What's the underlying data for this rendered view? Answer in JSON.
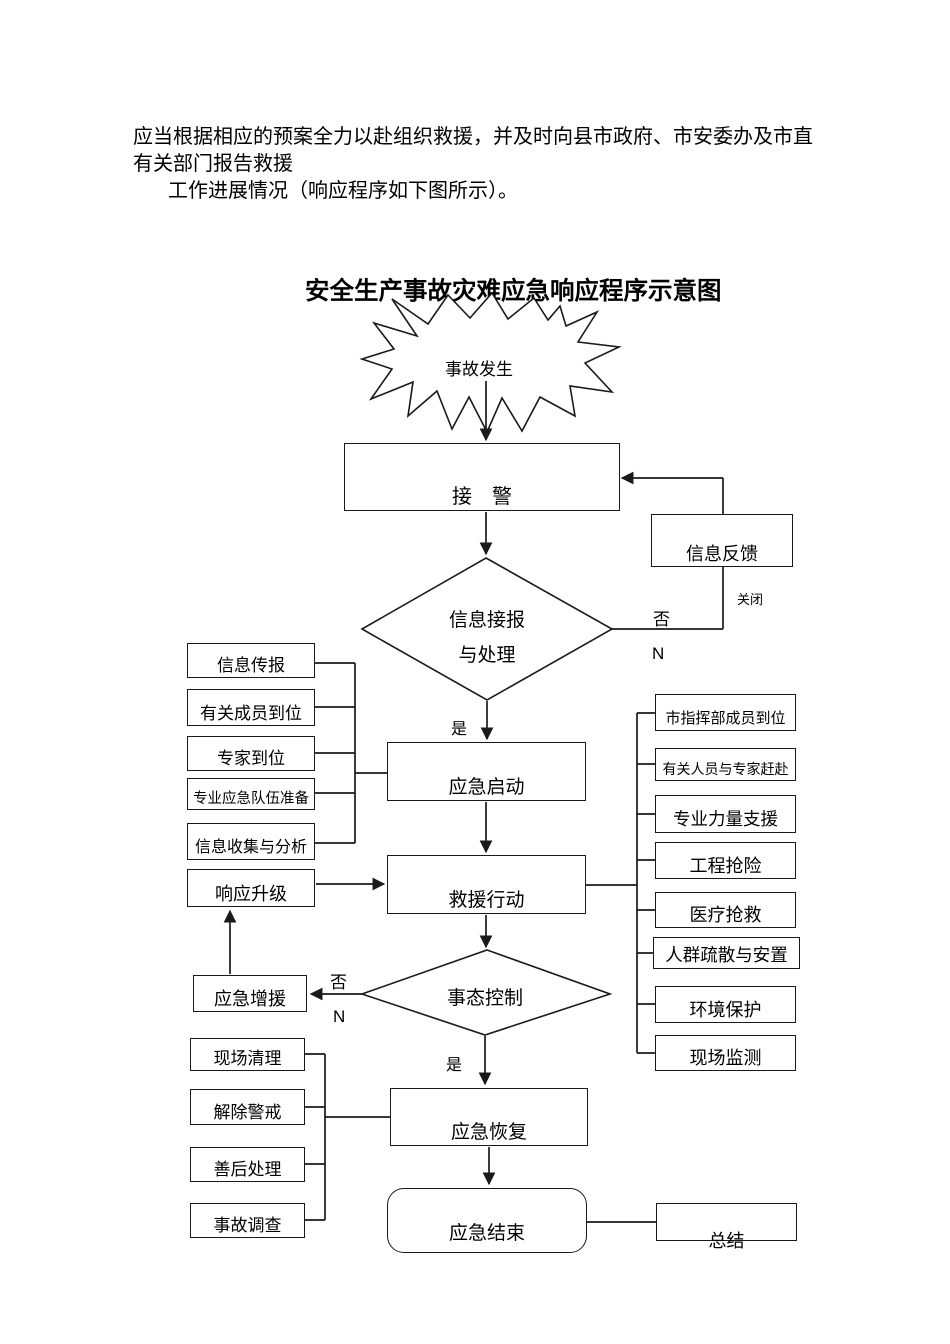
{
  "document": {
    "paragraph": {
      "line1": "应当根据相应的预案全力以赴组织救援，并及时向县市政府、市安委办及市直",
      "line2": "有关部门报告救援",
      "line3": "工作进展情况（响应程序如下图所示）。"
    },
    "diagram_title": "安全生产事故灾难应急响应程序示意图"
  },
  "flowchart": {
    "start": {
      "label": "事故发生"
    },
    "boxes": {
      "jiejing": "接　警",
      "xinxi_fankui": "信息反馈",
      "yingji_qidong": "应急启动",
      "jiuyuan_xingdong": "救援行动",
      "xiangying_shengji": "响应升级",
      "yingji_zengyuan": "应急增援",
      "yingji_huifu": "应急恢复",
      "yingji_jieshu": "应急结束",
      "zongjie": "总结"
    },
    "decisions": {
      "d1_line1": "信息接报",
      "d1_line2": "与处理",
      "d2": "事态控制"
    },
    "left_boxes": [
      "信息传报",
      "有关成员到位",
      "专家到位",
      "专业应急队伍准备",
      "信息收集与分析"
    ],
    "right_boxes": [
      "市指挥部成员到位",
      "有关人员与专家赶赴",
      "专业力量支援",
      "工程抢险",
      "医疗抢救",
      "人群疏散与安置",
      "环境保护",
      "现场监测"
    ],
    "bottom_left_boxes": [
      "现场清理",
      "解除警戒",
      "善后处理",
      "事故调查"
    ],
    "edge_labels": {
      "d1_no": "否",
      "d1_n": "N",
      "close": "关闭",
      "d1_yes": "是",
      "d2_no": "否",
      "d2_n": "N",
      "d2_yes": "是"
    },
    "line_color": "#1a1a1a"
  }
}
